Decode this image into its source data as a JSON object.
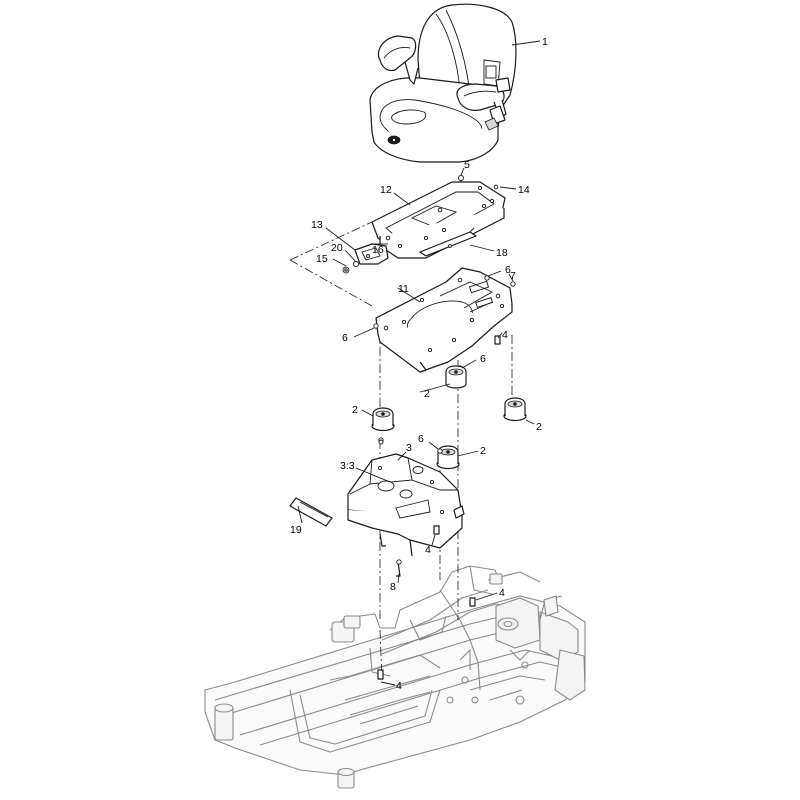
{
  "callouts": [
    {
      "id": "c1",
      "text": "1"
    },
    {
      "id": "c5",
      "text": "5"
    },
    {
      "id": "c12",
      "text": "12"
    },
    {
      "id": "c14",
      "text": "14"
    },
    {
      "id": "c13",
      "text": "13"
    },
    {
      "id": "c20",
      "text": "20"
    },
    {
      "id": "c16",
      "text": "16"
    },
    {
      "id": "c15",
      "text": "15"
    },
    {
      "id": "c18",
      "text": "18"
    },
    {
      "id": "c6a",
      "text": "6"
    },
    {
      "id": "c7",
      "text": "7"
    },
    {
      "id": "c11",
      "text": "11"
    },
    {
      "id": "c6b",
      "text": "6"
    },
    {
      "id": "c4a",
      "text": "4"
    },
    {
      "id": "c6c",
      "text": "6"
    },
    {
      "id": "c2a",
      "text": "2"
    },
    {
      "id": "c2b",
      "text": "2"
    },
    {
      "id": "c2c",
      "text": "2"
    },
    {
      "id": "c3",
      "text": "3"
    },
    {
      "id": "c6d",
      "text": "6"
    },
    {
      "id": "c2d",
      "text": "2"
    },
    {
      "id": "c33",
      "text": "3:3"
    },
    {
      "id": "c19",
      "text": "19"
    },
    {
      "id": "c4b",
      "text": "4"
    },
    {
      "id": "c8",
      "text": "8"
    },
    {
      "id": "c4c",
      "text": "4"
    },
    {
      "id": "c4d",
      "text": "4"
    }
  ]
}
